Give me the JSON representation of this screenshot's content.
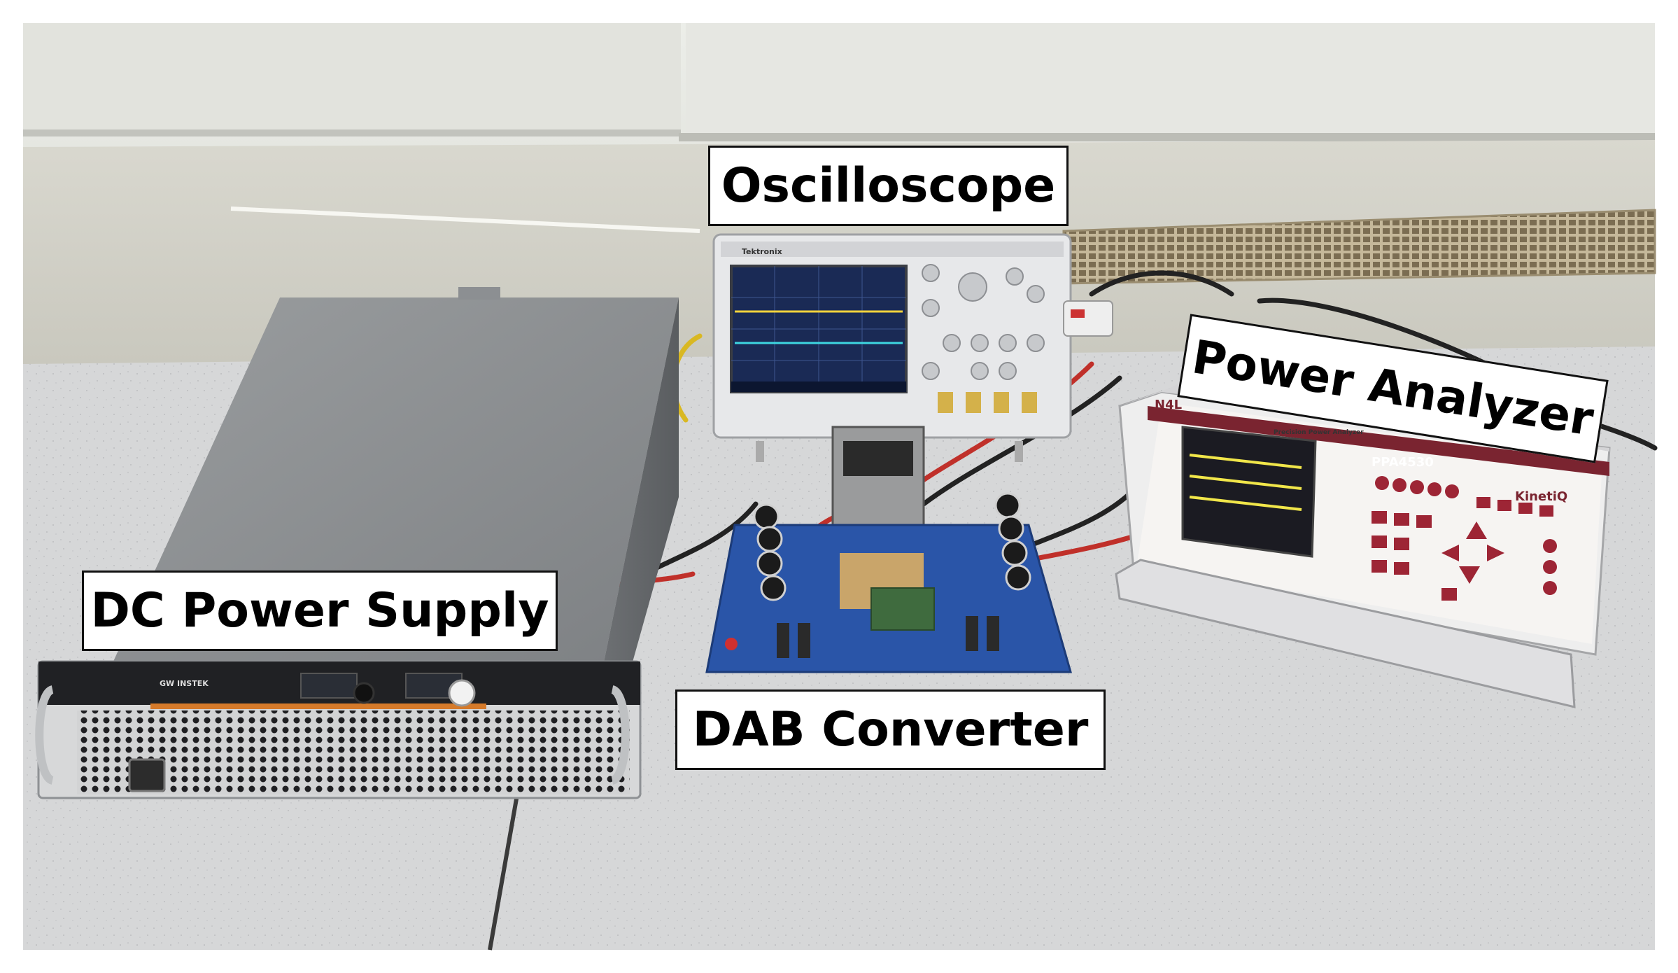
{
  "labels": {
    "oscilloscope": "Oscilloscope",
    "power_analyzer": "Power Analyzer",
    "dc_power_supply": "DC Power Supply",
    "dab_converter": "DAB Converter"
  },
  "instrument_text": {
    "analyzer_brand": "N4L",
    "analyzer_model": "PPA4530",
    "analyzer_name": "KinetiQ",
    "analyzer_subtitle": "Precision Power Analyzer",
    "scope_brand": "Tektronix",
    "psu_brand": "GW INSTEK"
  },
  "colors": {
    "wall": "#e4e5e0",
    "table": "#d9dadb",
    "pcb": "#2a55a8",
    "psu_body": "#8e9194",
    "label_border": "#111111"
  }
}
